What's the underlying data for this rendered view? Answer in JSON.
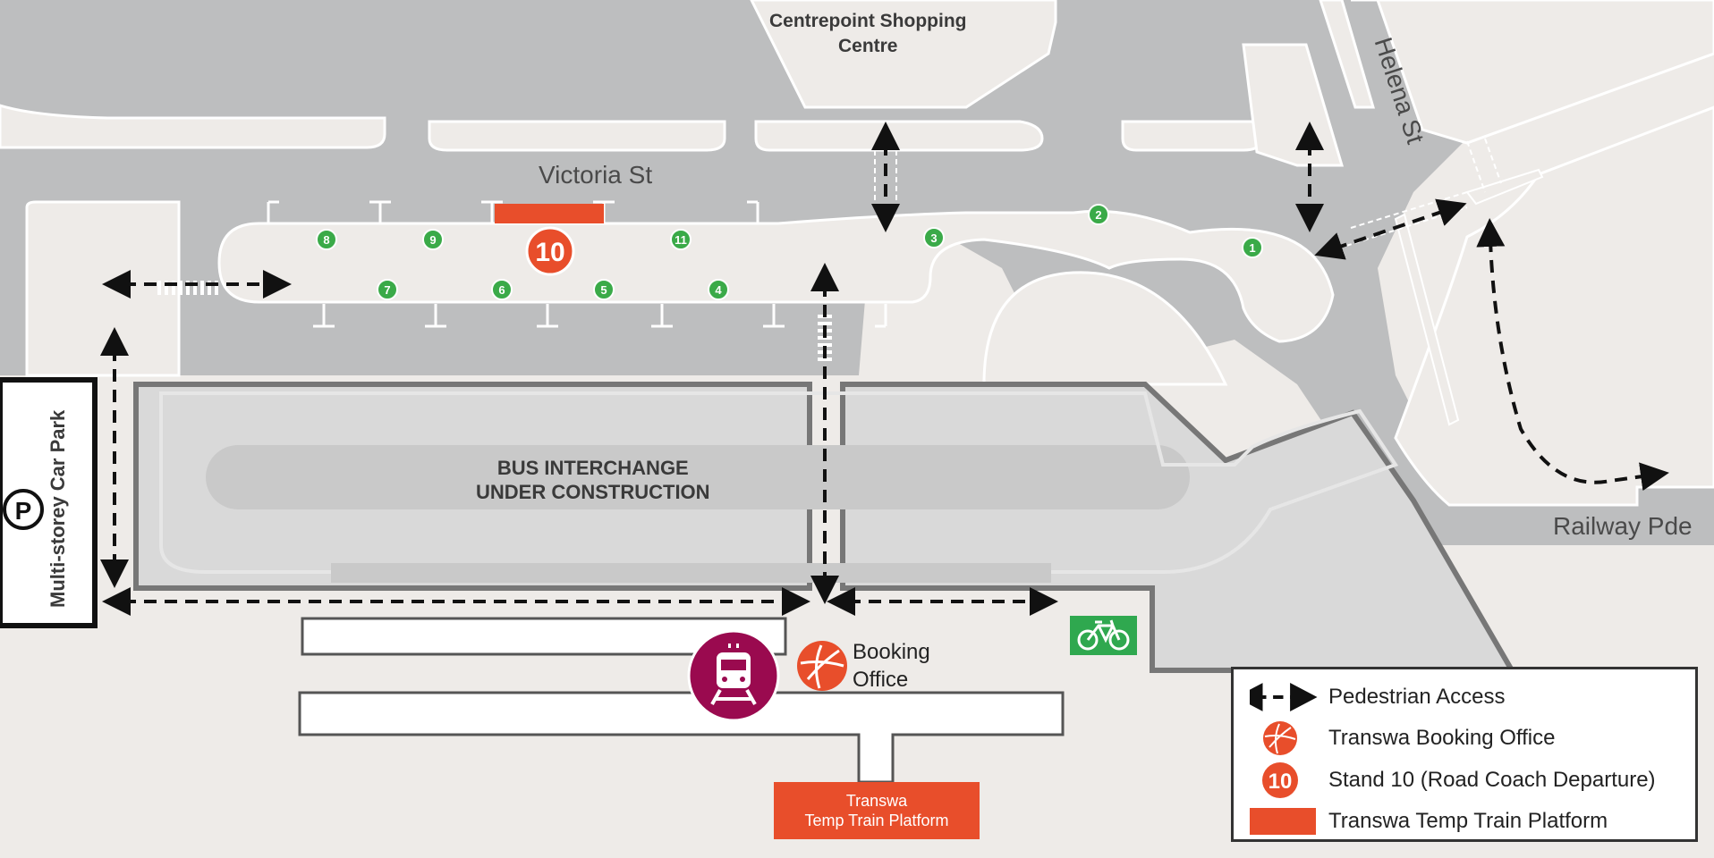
{
  "map": {
    "labels": {
      "centrepoint": "Centrepoint Shopping\nCentre",
      "victoria_st": "Victoria St",
      "helena_st": "Helena St",
      "railway_pde": "Railway Pde",
      "car_park": "Multi-storey Car Park",
      "bus_interchange": "BUS INTERCHANGE\nUNDER CONSTRUCTION",
      "booking_office": "Booking\nOffice",
      "temp_platform": "Transwa\nTemp Train Platform"
    },
    "stands": [
      "1",
      "2",
      "3",
      "4",
      "5",
      "6",
      "7",
      "8",
      "9",
      "10",
      "11"
    ],
    "icons": [
      "parking-icon",
      "train-station-icon",
      "transwa-logo-icon",
      "bicycle-icon",
      "pedestrian-arrow-icon"
    ],
    "colors": {
      "road": "#bdbebf",
      "land": "#eeebe8",
      "construction": "#d9d9d9",
      "stand": "#3aaa48",
      "transwa": "#e84e2b",
      "train": "#9a0a4f",
      "bike": "#2fa84f"
    }
  },
  "legend": {
    "pedestrian": "Pedestrian Access",
    "booking": "Transwa Booking Office",
    "stand10": "Stand 10 (Road Coach Departure)",
    "platform": "Transwa Temp Train Platform",
    "stand10_number": "10"
  }
}
